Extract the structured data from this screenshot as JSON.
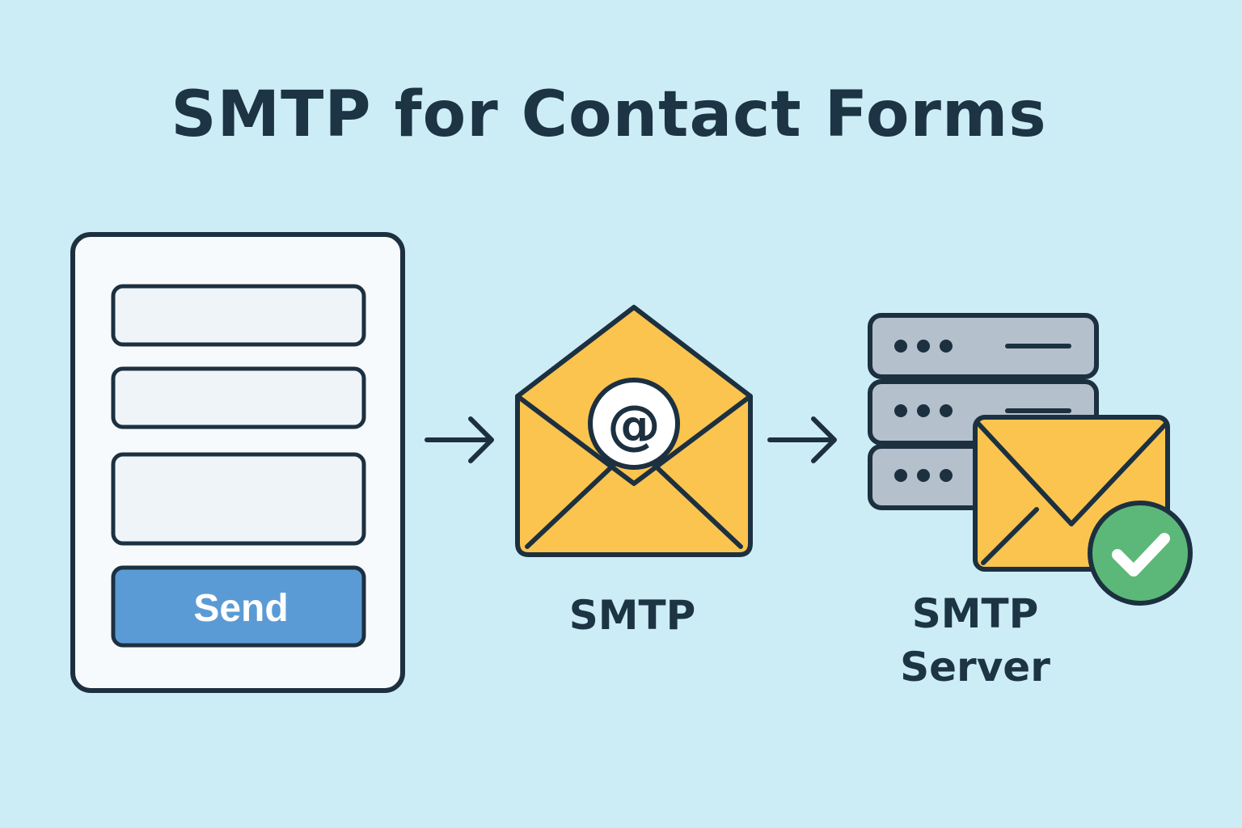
{
  "title": "SMTP for Contact Forms",
  "form": {
    "fields": [
      "",
      "",
      ""
    ],
    "send_label": "Send"
  },
  "envelope": {
    "symbol": "@",
    "caption": "SMTP",
    "icon": "envelope-at-icon"
  },
  "server": {
    "caption_line1": "SMTP",
    "caption_line2": "Server",
    "icon": "server-stack-icon",
    "status_icon": "check-circle-icon"
  },
  "arrows": [
    "arrow-right-icon",
    "arrow-right-icon"
  ],
  "colors": {
    "background": "#cdedf6",
    "outline": "#1c3040",
    "envelope": "#fac44f",
    "send_button": "#5b9bd5",
    "server": "#b4c0cc",
    "check": "#5cb878",
    "field": "#eef4f8"
  }
}
